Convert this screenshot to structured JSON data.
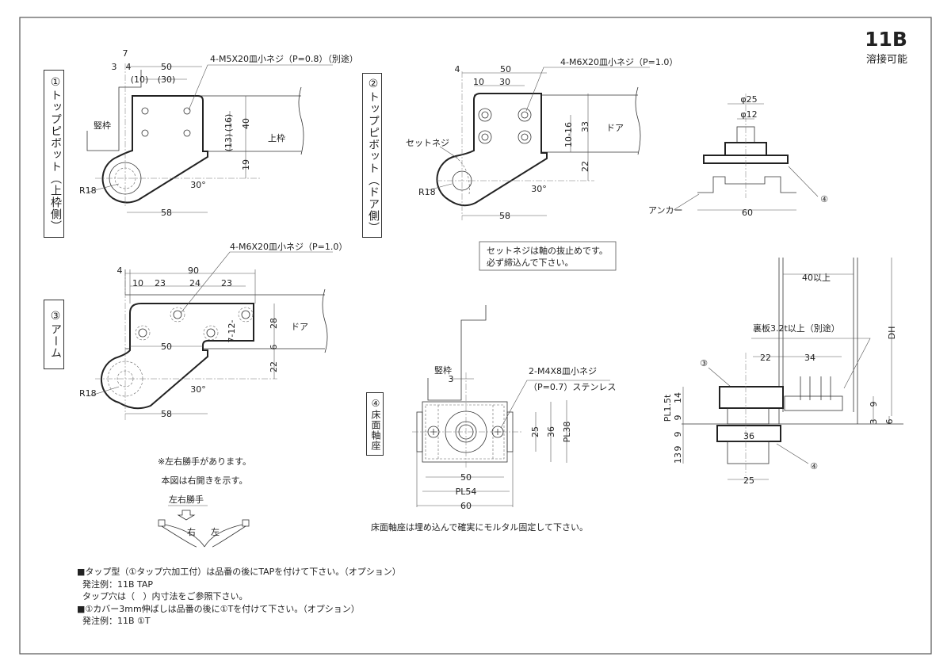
{
  "header": {
    "code": "11B",
    "subtitle": "溶接可能"
  },
  "section1": {
    "label": "①トップピボット（上枠側）",
    "callout": "4-M5X20皿小ネジ（P=0.8）（別途）",
    "frame_label": "竪枠",
    "head_label": "上枠",
    "dims": {
      "d7": "7",
      "d3": "3",
      "d4": "4",
      "d50": "50",
      "d10": "(10)",
      "d30": "(30)",
      "d16": "(16)",
      "d13": "(13)",
      "d40": "40",
      "d19": "19",
      "r": "R18",
      "angle": "30°",
      "d58": "58"
    }
  },
  "section2": {
    "label": "②トップピボット（ドア側）",
    "callout": "4-M6X20皿小ネジ（P=1.0）",
    "set_screw": "セットネジ",
    "door_label": "ドア",
    "dims": {
      "d4": "4",
      "d50": "50",
      "d10": "10",
      "d30": "30",
      "d10_16": "10-16",
      "d33": "33",
      "d22": "22",
      "r": "R18",
      "angle": "30°",
      "d58": "58"
    },
    "note": [
      "セットネジは軸の抜止めです。",
      "必ず締込んで下さい。"
    ]
  },
  "anchor": {
    "phi25": "φ25",
    "phi12": "φ12",
    "label": "アンカー",
    "d60": "60",
    "ref": "④"
  },
  "section3": {
    "label": "③アーム",
    "callout": "4-M6X20皿小ネジ（P=1.0）",
    "door_label": "ドア",
    "dims": {
      "d4": "4",
      "d90": "90",
      "d10": "10",
      "d23a": "23",
      "d24": "24",
      "d23b": "23",
      "d28": "28",
      "d7_12": "7-12-",
      "d50": "50",
      "d6": "6",
      "d22": "22",
      "r": "R18",
      "angle": "30°",
      "d58": "58"
    }
  },
  "hand": {
    "note1": "※左右勝手があります。",
    "note2": "本図は右開きを示す。",
    "title": "左右勝手",
    "right": "右",
    "left": "左"
  },
  "section4": {
    "label": "④床面軸座",
    "frame_label": "竪枠",
    "callout": [
      "2-M4X8皿小ネジ",
      "（P=0.7）ステンレス"
    ],
    "dims": {
      "d3": "3",
      "d25": "25",
      "d36": "36",
      "pl38": "PL38",
      "d50": "50",
      "pl54": "PL54",
      "d60": "60"
    },
    "instruction": "床面軸座は埋め込んで確実にモルタル固定して下さい。"
  },
  "section5": {
    "d40": "40以上",
    "dh": "DH",
    "backplate": "裏板3.2t以上（別途）",
    "ref3": "③",
    "ref4": "④",
    "dims": {
      "d22": "22",
      "d34": "34",
      "d14": "14",
      "d9a": "9",
      "pl15": "PL1.5t",
      "d9b": "9",
      "d9c": "9",
      "d13": "13",
      "d36": "36",
      "d25": "25",
      "r9": "9",
      "r3": "3",
      "r6": "6"
    }
  },
  "notes": [
    "■タップ型（①タップ穴加工付）は品番の後にTAPを付けて下さい。（オプション）",
    "  発注例：11B TAP",
    "  タップ穴は（   ）内寸法をご参照下さい。",
    "■①カバー3mm伸ばしは品番の後に①Tを付けて下さい。（オプション）",
    "  発注例：11B ①T"
  ]
}
